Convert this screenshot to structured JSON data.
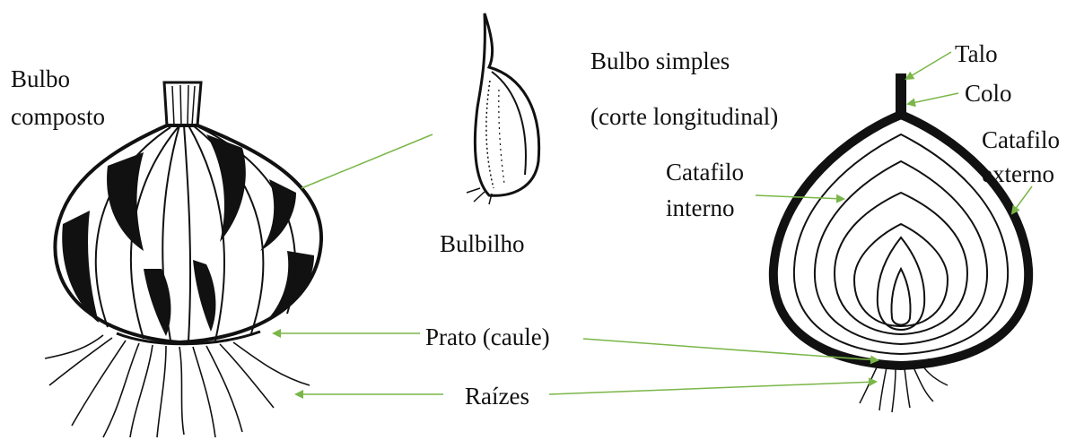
{
  "diagram": {
    "labels": {
      "bulbo_composto_line1": "Bulbo",
      "bulbo_composto_line2": "composto",
      "bulbilho": "Bulbilho",
      "bulbo_simples": "Bulbo simples",
      "corte_longitudinal": "(corte longitudinal)",
      "talo": "Talo",
      "colo": "Colo",
      "catafilo_externo_line1": "Catafilo",
      "catafilo_externo_line2": "externo",
      "catafilo_interno_line1": "Catafilo",
      "catafilo_interno_line2": "interno",
      "prato": "Prato (caule)",
      "raizes": "Raízes"
    },
    "colors": {
      "arrow": "#7ab648",
      "ink": "#111111"
    }
  }
}
